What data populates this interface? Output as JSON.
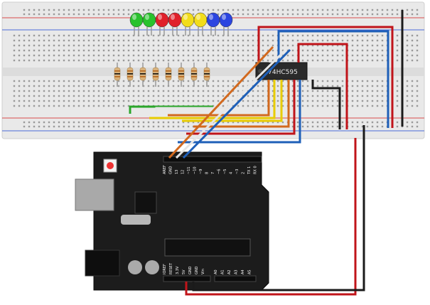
{
  "chip": {
    "label": "74HC595"
  },
  "leds": [
    {
      "name": "led-green-1",
      "color": "#29c22d"
    },
    {
      "name": "led-green-2",
      "color": "#29c22d"
    },
    {
      "name": "led-red-1",
      "color": "#e0202a"
    },
    {
      "name": "led-red-2",
      "color": "#e0202a"
    },
    {
      "name": "led-yellow-1",
      "color": "#f2dd1a"
    },
    {
      "name": "led-yellow-2",
      "color": "#f2dd1a"
    },
    {
      "name": "led-blue-1",
      "color": "#2b45e0"
    },
    {
      "name": "led-blue-2",
      "color": "#2b45e0"
    }
  ],
  "wire_colors": {
    "red": "#c0141a",
    "black": "#1a1a1a",
    "blue": "#1e5fb8",
    "orange": "#d2691e",
    "yellow": "#e8cc00",
    "green": "#2aa62a",
    "white": "#e6e6e6"
  },
  "arduino": {
    "board_color": "#1c1c1c",
    "digital_labels": [
      "AREF",
      "GND",
      "13",
      "12",
      "~11",
      "~10",
      "~9",
      "8",
      "7",
      "~6",
      "~5",
      "4",
      "~3",
      "2",
      "TX 1",
      "RX 0"
    ],
    "power_labels": [
      "IOREF",
      "RESET",
      "3.3V",
      "5V",
      "GND",
      "GND",
      "Vin"
    ],
    "analog_labels": [
      "A0",
      "A1",
      "A2",
      "A3",
      "A4",
      "A5"
    ]
  }
}
